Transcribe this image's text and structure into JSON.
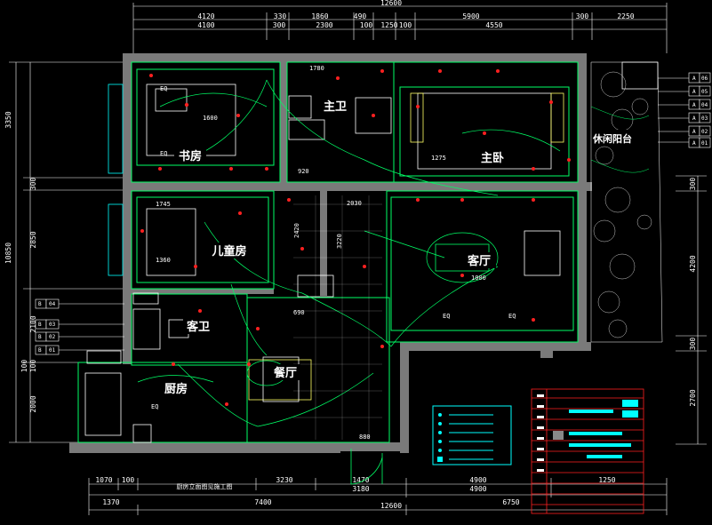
{
  "top_dims": {
    "overall": "12600",
    "row1": [
      "4120",
      "330",
      "1860",
      "490",
      "5900",
      "300",
      "2250"
    ],
    "row2": [
      "4100",
      "300",
      "2300",
      "100",
      "1250",
      "100",
      "4550"
    ]
  },
  "bottom_dims": {
    "overall": "12600",
    "row1": [
      "1070",
      "100",
      "3230",
      "1470",
      "4900"
    ],
    "row2": [
      "3180",
      "4900",
      "1250"
    ],
    "row3": [
      "1370",
      "7400",
      "6750"
    ]
  },
  "left_dims": [
    "3350",
    "300",
    "2850",
    "10850",
    "2100",
    "100",
    "100",
    "2000"
  ],
  "right_dims": [
    "300",
    "4200",
    "300",
    "2700"
  ],
  "rooms": {
    "master_bedroom": "主卧",
    "master_bath": "主卫",
    "study": "书房",
    "childrens_room": "儿童房",
    "living_room": "客厅",
    "balcony": "休闲阳台",
    "guest_bath": "客卫",
    "dining_room": "餐厅",
    "kitchen": "厨房"
  },
  "labels": {
    "eq": "EQ",
    "d1745": "1745",
    "d1360": "1360",
    "d920": "920",
    "d2030": "2030",
    "d1275": "1275",
    "d1780": "1780",
    "d1600": "1600",
    "d2420": "2420",
    "d3220": "3220",
    "d880": "880",
    "d690": "690",
    "d1000": "1000"
  },
  "index_markers_right": [
    "06",
    "05",
    "04",
    "03",
    "02",
    "01"
  ],
  "index_markers_left": [
    "04",
    "03",
    "02",
    "01"
  ],
  "index_letter_right": "A",
  "index_letter_left": "B",
  "bottom_note": "厨房立面图见施工图"
}
